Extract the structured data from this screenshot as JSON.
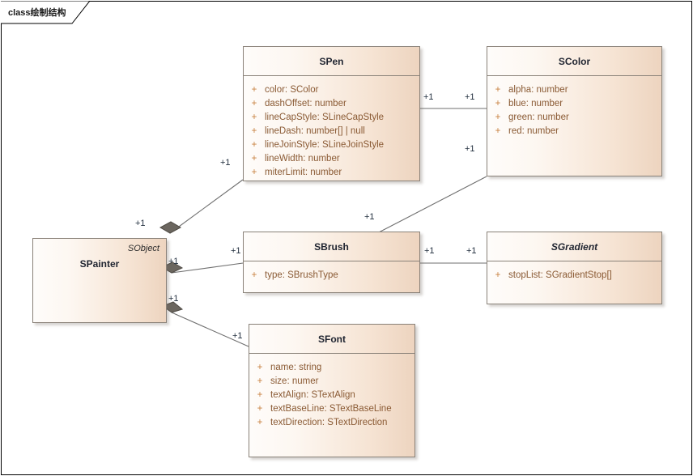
{
  "diagram": {
    "frame_label_keyword": "class",
    "frame_label_name": "绘制结构",
    "frame_label_full": "class绘制结构",
    "colors": {
      "box_fill_light": "#fefcfa",
      "box_fill_dark": "#edd4bf",
      "box_border": "#8a8279",
      "title_text": "#1f2430",
      "attribute_text": "#8a5a34",
      "visibility_text": "#c8803f",
      "connector": "#6f6f6f",
      "multiplicity_text": "#23303f",
      "frame_border": "#000000"
    }
  },
  "classes": [
    {
      "id": "spainter",
      "name": "SPainter",
      "stereotype": "SObject",
      "abstract": false,
      "has_attribute_compartment": false,
      "attributes": []
    },
    {
      "id": "spen",
      "name": "SPen",
      "stereotype": "",
      "abstract": false,
      "has_attribute_compartment": true,
      "attributes": [
        {
          "visibility": "+",
          "signature": "color: SColor"
        },
        {
          "visibility": "+",
          "signature": "dashOffset: number"
        },
        {
          "visibility": "+",
          "signature": "lineCapStyle: SLineCapStyle"
        },
        {
          "visibility": "+",
          "signature": "lineDash: number[] | null"
        },
        {
          "visibility": "+",
          "signature": "lineJoinStyle: SLineJoinStyle"
        },
        {
          "visibility": "+",
          "signature": "lineWidth: number"
        },
        {
          "visibility": "+",
          "signature": "miterLimit: number"
        }
      ]
    },
    {
      "id": "scolor",
      "name": "SColor",
      "stereotype": "",
      "abstract": false,
      "has_attribute_compartment": true,
      "attributes": [
        {
          "visibility": "+",
          "signature": "alpha: number"
        },
        {
          "visibility": "+",
          "signature": "blue: number"
        },
        {
          "visibility": "+",
          "signature": "green: number"
        },
        {
          "visibility": "+",
          "signature": "red: number"
        }
      ]
    },
    {
      "id": "sbrush",
      "name": "SBrush",
      "stereotype": "",
      "abstract": false,
      "has_attribute_compartment": true,
      "attributes": [
        {
          "visibility": "+",
          "signature": "type: SBrushType"
        }
      ]
    },
    {
      "id": "sgradient",
      "name": "SGradient",
      "stereotype": "",
      "abstract": true,
      "has_attribute_compartment": true,
      "attributes": [
        {
          "visibility": "+",
          "signature": "stopList: SGradientStop[]"
        }
      ]
    },
    {
      "id": "sfont",
      "name": "SFont",
      "stereotype": "",
      "abstract": false,
      "has_attribute_compartment": true,
      "attributes": [
        {
          "visibility": "+",
          "signature": "name: string"
        },
        {
          "visibility": "+",
          "signature": "size: numer"
        },
        {
          "visibility": "+",
          "signature": "textAlign: STextAlign"
        },
        {
          "visibility": "+",
          "signature": "textBaseLine: STextBaseLine"
        },
        {
          "visibility": "+",
          "signature": "textDirection: STextDirection"
        }
      ]
    }
  ],
  "associations": [
    {
      "id": "painter-pen",
      "from": "SPainter",
      "to": "SPen",
      "kind": "composition",
      "source_multiplicity": "+1",
      "target_multiplicity": "+1"
    },
    {
      "id": "painter-brush",
      "from": "SPainter",
      "to": "SBrush",
      "kind": "composition",
      "source_multiplicity": "+1",
      "target_multiplicity": "+1"
    },
    {
      "id": "painter-font",
      "from": "SPainter",
      "to": "SFont",
      "kind": "composition",
      "source_multiplicity": "+1",
      "target_multiplicity": "+1"
    },
    {
      "id": "pen-color",
      "from": "SPen",
      "to": "SColor",
      "kind": "association",
      "source_multiplicity": "+1",
      "target_multiplicity": "+1"
    },
    {
      "id": "brush-color",
      "from": "SBrush",
      "to": "SColor",
      "kind": "association",
      "source_multiplicity": "+1",
      "target_multiplicity": "+1"
    },
    {
      "id": "brush-gradient",
      "from": "SBrush",
      "to": "SGradient",
      "kind": "association",
      "source_multiplicity": "+1",
      "target_multiplicity": "+1"
    }
  ],
  "multiplicity_labels": [
    {
      "id": "m-pen-left",
      "text": "+1"
    },
    {
      "id": "m-painter-pen",
      "text": "+1"
    },
    {
      "id": "m-pen-right",
      "text": "+1"
    },
    {
      "id": "m-color-left-top",
      "text": "+1"
    },
    {
      "id": "m-color-left-bot",
      "text": "+1"
    },
    {
      "id": "m-brush-topright",
      "text": "+1"
    },
    {
      "id": "m-painter-brush",
      "text": "+1"
    },
    {
      "id": "m-brush-left",
      "text": "+1"
    },
    {
      "id": "m-brush-right",
      "text": "+1"
    },
    {
      "id": "m-gradient-left",
      "text": "+1"
    },
    {
      "id": "m-painter-font",
      "text": "+1"
    },
    {
      "id": "m-font-left",
      "text": "+1"
    }
  ]
}
